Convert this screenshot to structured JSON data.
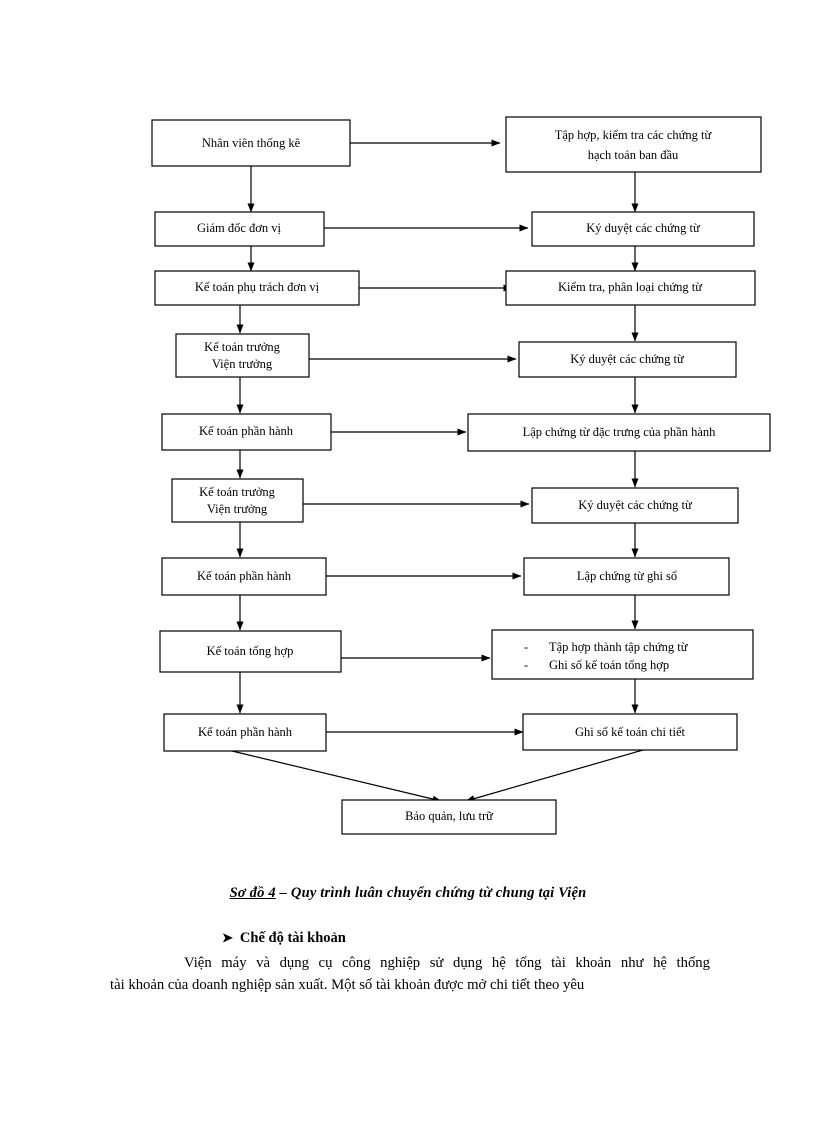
{
  "document": {
    "caption_prefix": "Sơ đồ 4",
    "caption_rest": " – Quy trình luân chuyển chứng từ chung tại Viện",
    "section_bullet_glyph": "➤",
    "section_heading": "Chế độ tài khoản",
    "paragraph_line_1": "Viện máy và dụng cụ công nghiệp sử dụng hệ tống tài khoản như hệ thống",
    "paragraph_line_2": "tài khoản của doanh nghiệp sản xuất. Một số tài khoản được mở chi tiết theo yêu"
  },
  "flowchart": {
    "title": "Quy trình luân chuyển chứng từ chung tại Viện",
    "stroke_color": "#000000",
    "fill_color": "#ffffff",
    "left_column": [
      {
        "id": "L1",
        "label": "Nhân viên thống kê"
      },
      {
        "id": "L2",
        "label": "Giám đốc đơn vị"
      },
      {
        "id": "L3",
        "label": "Kế toán phụ trách đơn vị"
      },
      {
        "id": "L4",
        "label_line1": "Kế toán trưởng",
        "label_line2": "Viện trưởng"
      },
      {
        "id": "L5",
        "label": "Kế toán phần hành"
      },
      {
        "id": "L6",
        "label_line1": "Kế toán trưởng",
        "label_line2": "Viện trưởng"
      },
      {
        "id": "L7",
        "label": "Kế toán phần hành"
      },
      {
        "id": "L8",
        "label": "Kế toán tổng hợp"
      },
      {
        "id": "L9",
        "label": "Kế toán phần hành"
      }
    ],
    "right_column": [
      {
        "id": "R1",
        "label_line1": "Tập hợp, kiểm tra các chứng từ",
        "label_line2": "hạch toán ban đầu"
      },
      {
        "id": "R2",
        "label": "Ký duyệt các chứng từ"
      },
      {
        "id": "R3",
        "label": "Kiểm tra, phân loại chứng từ"
      },
      {
        "id": "R4",
        "label": "Ký duyệt các chứng từ"
      },
      {
        "id": "R5",
        "label": "Lập chứng từ đặc trưng của phần hành"
      },
      {
        "id": "R6",
        "label": "Ký duyệt các chứng từ"
      },
      {
        "id": "R7",
        "label": "Lập chứng từ ghi sổ"
      },
      {
        "id": "R8",
        "bullet_marker": "-",
        "bullet_line1": "Tập hợp thành tập chứng từ",
        "bullet_line2": "Ghi sổ kế toán tổng hợp"
      },
      {
        "id": "R9",
        "label": "Ghi sổ kế toán chi tiết"
      }
    ],
    "terminal": {
      "id": "T1",
      "label": "Bảo quản, lưu trữ"
    }
  }
}
